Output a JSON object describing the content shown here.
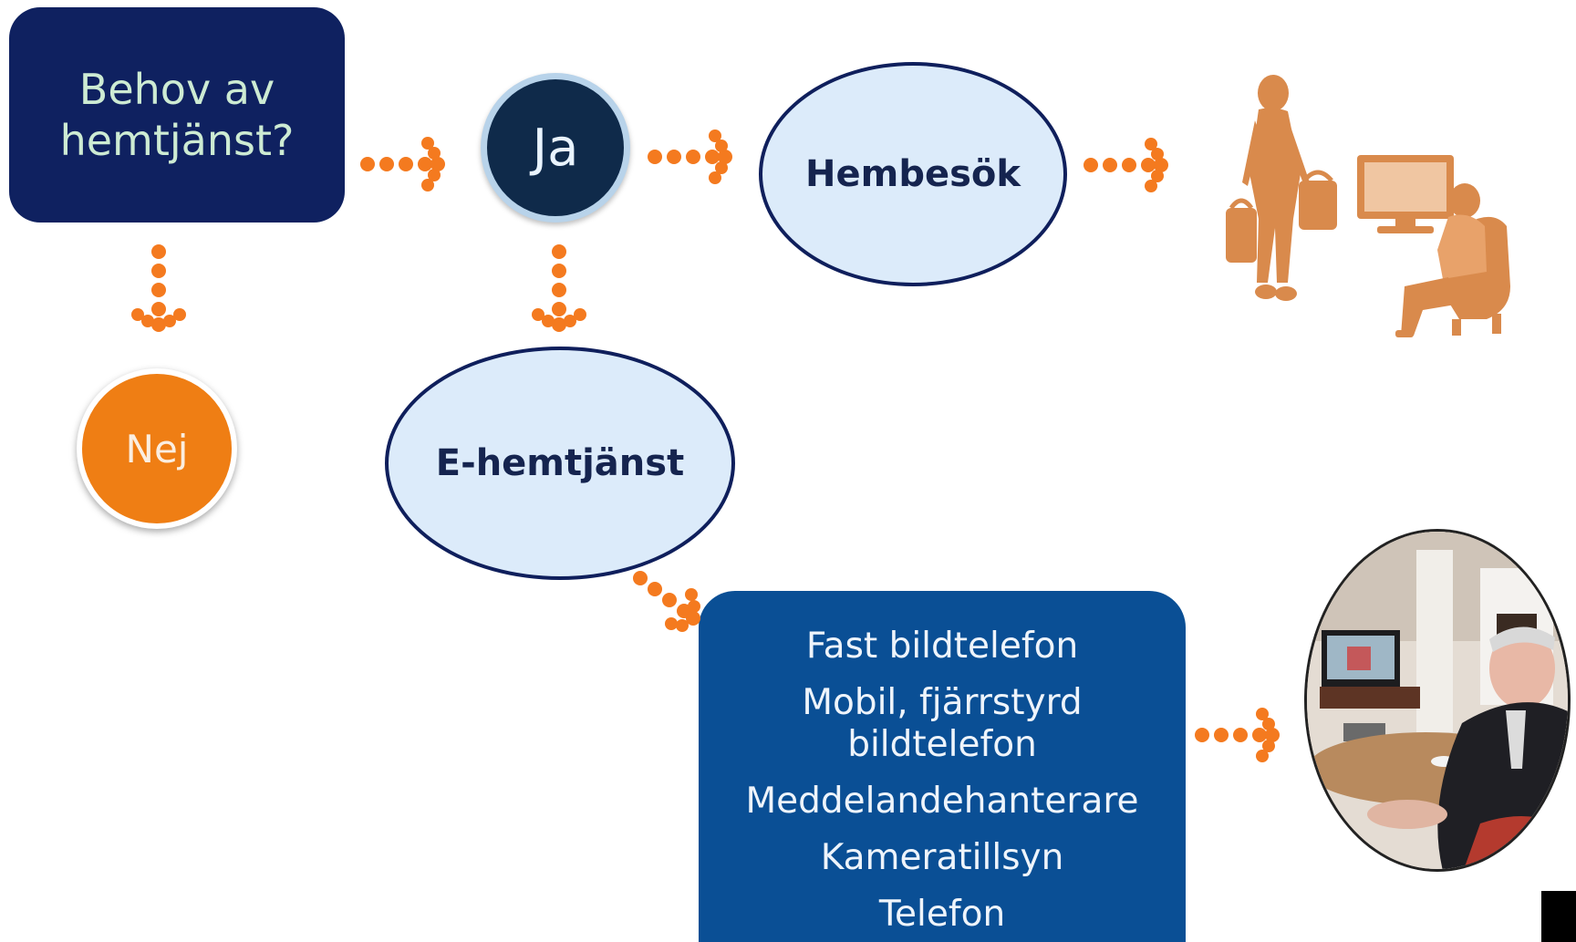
{
  "nodes": {
    "need": "Behov av hemtjänst?",
    "yes": "Ja",
    "no": "Nej",
    "home_visit": "Hembesök",
    "e_home_care": "E-hemtjänst"
  },
  "services": [
    "Fast bildtelefon",
    "Mobil, fjärrstyrd bildtelefon",
    "Meddelandehanterare",
    "Kameratillsyn",
    "Telefon"
  ],
  "colors": {
    "arrow": "#f47a1f",
    "dark_navy": "#0f2160",
    "orange": "#ef7e14",
    "light_blue": "#dcebfa",
    "services_blue": "#0a4f95",
    "figure_orange": "#d98a4c"
  },
  "icons": [
    "caregiver-with-bags-icon",
    "elderly-person-watching-tv-icon"
  ]
}
